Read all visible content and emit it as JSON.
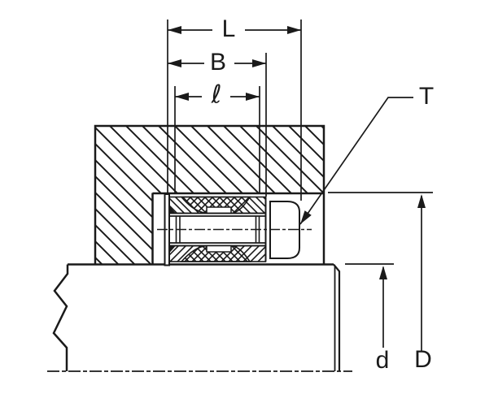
{
  "drawing": {
    "type": "technical-section-drawing",
    "subject": "closed-end drawn cup needle roller bearing mounted in housing on shaft",
    "background_color": "#ffffff",
    "ink_color": "#1a1a1a",
    "dimension_labels": {
      "L": "L",
      "B": "B",
      "ell": "ℓ",
      "T": "T",
      "d": "d",
      "D": "D"
    }
  }
}
